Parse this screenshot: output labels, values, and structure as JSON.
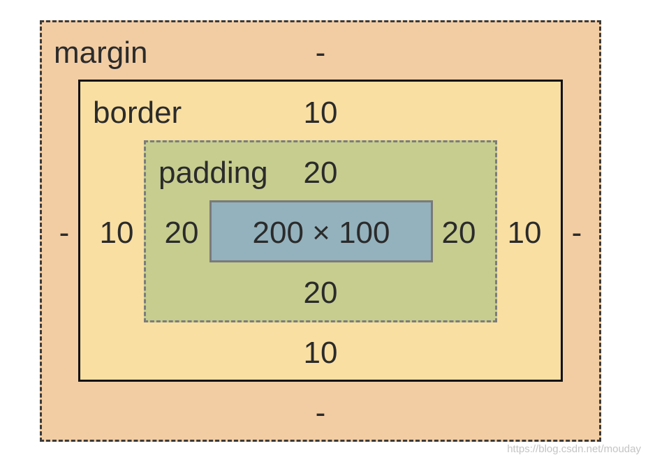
{
  "margin": {
    "label": "margin",
    "top": "-",
    "right": "-",
    "bottom": "-",
    "left": "-",
    "fill": "#f2cda4"
  },
  "border": {
    "label": "border",
    "top": "10",
    "right": "10",
    "bottom": "10",
    "left": "10",
    "fill": "#f9dfa2"
  },
  "padding": {
    "label": "padding",
    "top": "20",
    "right": "20",
    "bottom": "20",
    "left": "20",
    "fill": "#c6cd8f"
  },
  "content": {
    "size": "200 × 100",
    "fill": "#93b2bd"
  },
  "watermark": "https://blog.csdn.net/mouday"
}
